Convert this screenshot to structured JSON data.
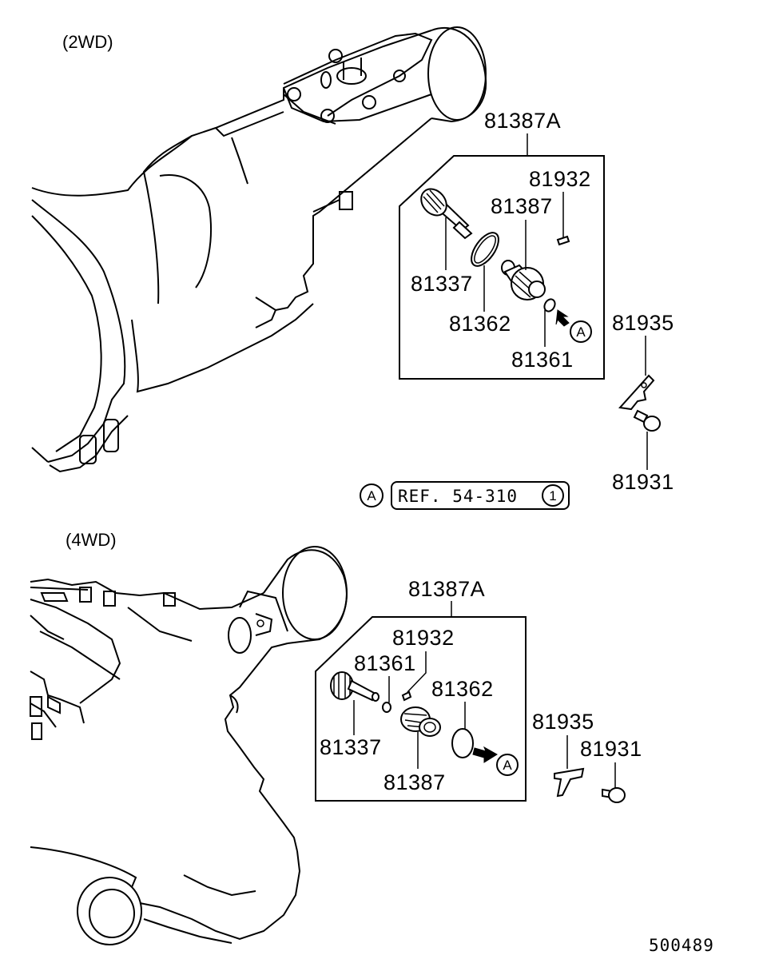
{
  "section_2wd": {
    "title": "(2WD)",
    "assembly_label": "81387A",
    "labels": {
      "p81932": "81932",
      "p81387": "81387",
      "p81337": "81337",
      "p81362": "81362",
      "p81361": "81361",
      "p81935": "81935",
      "p81931": "81931"
    },
    "callout_letter": "A"
  },
  "reference_note": {
    "marker": "A",
    "text": "REF. 54-310",
    "index": "1"
  },
  "section_4wd": {
    "title": "(4WD)",
    "assembly_label": "81387A",
    "labels": {
      "p81932": "81932",
      "p81361": "81361",
      "p81362": "81362",
      "p81337": "81337",
      "p81387": "81387",
      "p81935": "81935",
      "p81931": "81931"
    },
    "callout_letter": "A"
  },
  "diagram_code": "500489",
  "colors": {
    "line": "#000000",
    "background": "#ffffff"
  }
}
